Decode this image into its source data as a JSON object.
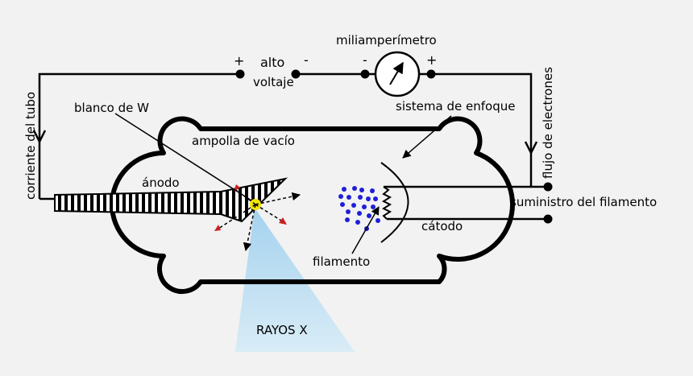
{
  "labels": {
    "milliammeter": "miliamperímetro",
    "alto": "alto",
    "voltaje": "voltaje",
    "plus_left": "+",
    "minus_left": "-",
    "minus_meter": "-",
    "plus_meter": "+",
    "tube_current": "corriente del tubo",
    "electron_flow": "flujo de electrones",
    "target": "blanco de W",
    "focus_system": "sistema de enfoque",
    "vacuum_bulb": "ampolla de vacío",
    "anode": "ánodo",
    "filament_supply": "suministro del filamento",
    "cathode": "cátodo",
    "filament": "filamento",
    "xrays": "RAYOS X"
  },
  "colors": {
    "background": "#f2f2f2",
    "line": "#000000",
    "electron": "#1f1fd8",
    "focal_spot": "#f2e600",
    "arrow_red": "#cc1f1f",
    "beam": "#9fd0ee"
  }
}
